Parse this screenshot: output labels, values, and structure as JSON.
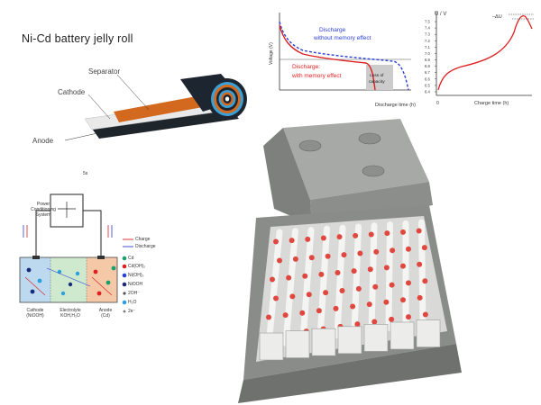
{
  "jelly_roll": {
    "title": "Ni-Cd battery jelly roll",
    "labels": {
      "separator": "Separator",
      "cathode": "Cathode",
      "anode": "Anode"
    },
    "footnote": "5s"
  },
  "discharge_chart": {
    "ylabel": "Voltage (V)",
    "xlabel": "Discharge time (h)",
    "series": [
      {
        "name": "Discharge without memory effect",
        "line1": "Discharge",
        "line2": "without memory effect",
        "color": "#2b3fd6"
      },
      {
        "name": "Discharge with memory effect",
        "line1": "Discharge:",
        "line2": "with memory effect",
        "color": "#e02020"
      }
    ],
    "loss_label_line1": "Loss of",
    "loss_label_line2": "capacity"
  },
  "charge_chart": {
    "ylabel": "U / V",
    "xlabel": "Charge time (h)",
    "delta_label": "–ΔU",
    "origin_label": "0",
    "yticks": [
      "7.5",
      "7.4",
      "7.3",
      "7.2",
      "7.1",
      "7.0",
      "6.9",
      "6.8",
      "6.7",
      "6.6",
      "6.5",
      "6.4"
    ]
  },
  "cell_diagram": {
    "pcs_label_line1": "Power",
    "pcs_label_line2": "Conditioning",
    "pcs_label_line3": "System",
    "legend_charge": "Charge",
    "legend_discharge": "Discharge",
    "species": [
      "Cd",
      "Cd(OH)₂",
      "Ni(OH)₂",
      "NiOOH",
      "2OH⁻",
      "H₂O",
      "2e⁻"
    ],
    "electrode_labels": {
      "cathode_line1": "Cathode",
      "cathode_line2": "(NiOOH)",
      "electrolyte_line1": "Electrolyte",
      "electrolyte_line2": "KOH,H₂O",
      "anode_line1": "Anode",
      "anode_line2": "(Cd)"
    }
  },
  "colors": {
    "cathode": "#d2691e",
    "anode": "#1f2a30",
    "separator": "#e8e8e8",
    "electrolyte": "#cfe9cf",
    "cathode_zone": "#bcd9ef",
    "anode_zone": "#f5c9a8"
  }
}
